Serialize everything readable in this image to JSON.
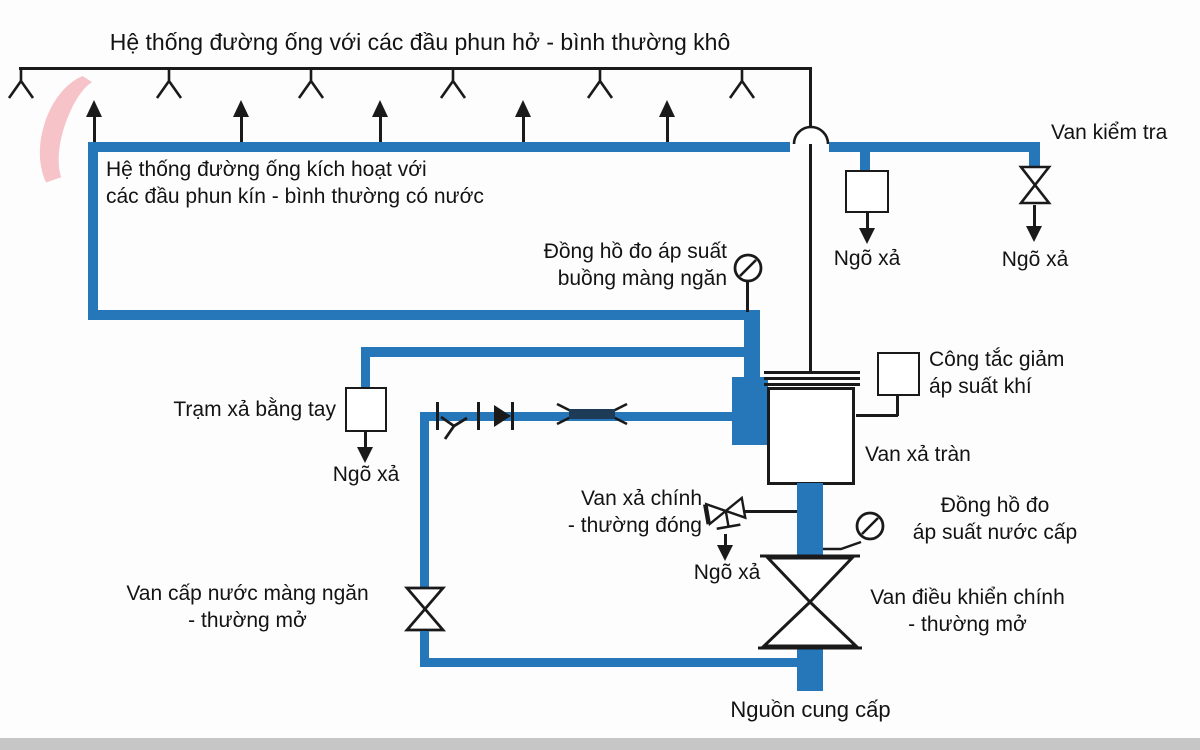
{
  "diagram": {
    "title": "Hệ thống đường ống với các đầu phun hở - bình thường khô",
    "activation_label_line1": "Hệ thống đường ống kích hoạt với",
    "activation_label_line2": "các đầu phun kín - bình thường có nước",
    "check_valve_label": "Van kiểm tra",
    "drain_label": "Ngõ xả",
    "diaphragm_gauge_line1": "Đồng hồ đo áp suất",
    "diaphragm_gauge_line2": "buồng màng ngăn",
    "pressure_switch_line1": "Công tắc giảm",
    "pressure_switch_line2": "áp suất khí",
    "manual_release_label": "Trạm xả bằng tay",
    "deluge_valve_label": "Van xả tràn",
    "main_drain_line1": "Van xả chính",
    "main_drain_line2": "- thường đóng",
    "supply_gauge_line1": "Đồng hồ đo",
    "supply_gauge_line2": "áp suất nước cấp",
    "diaphragm_supply_line1": "Van cấp nước màng ngăn",
    "diaphragm_supply_line2": "- thường mở",
    "main_control_line1": "Van điều khiển chính",
    "main_control_line2": "- thường mở",
    "supply_source_label": "Nguồn cung cấp",
    "colors": {
      "pipe_blue": "#2577ba",
      "line_black": "#1a1a1a",
      "watermark_pink": "#ef7f8a",
      "orifice_dark": "#1d3a57"
    }
  }
}
